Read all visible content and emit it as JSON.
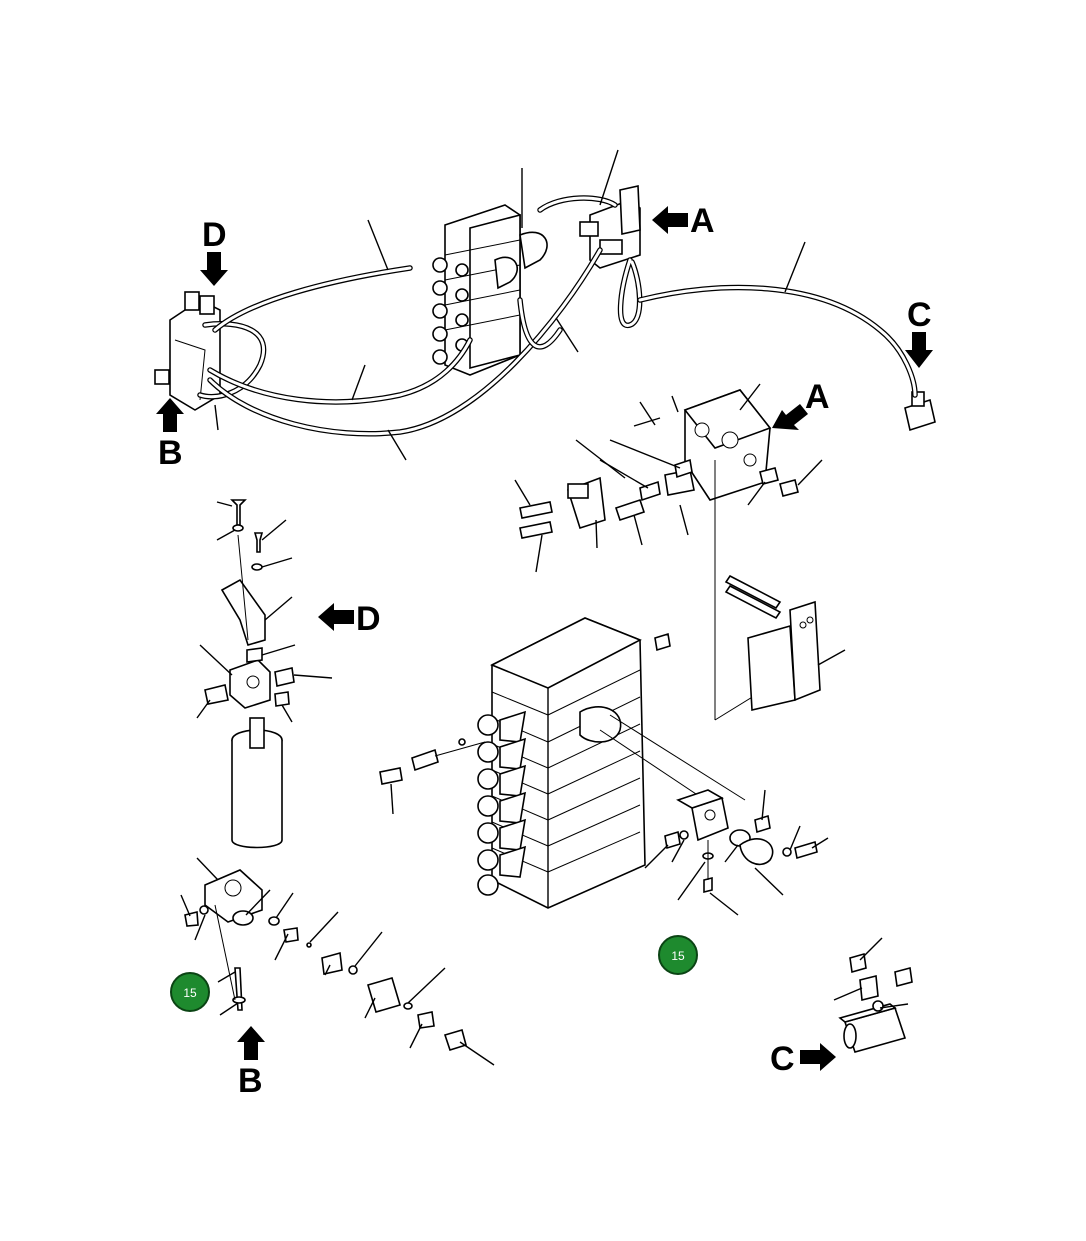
{
  "view_labels": {
    "a_top": "A",
    "a_detail": "A",
    "b_top": "B",
    "b_detail": "B",
    "c_top": "C",
    "c_detail": "C",
    "d_top": "D",
    "d_detail": "D"
  },
  "badges": {
    "left": "15",
    "right": "15"
  },
  "colors": {
    "badge_fill": "#1e8a2e",
    "line": "#000000",
    "background": "#ffffff"
  },
  "icons": {
    "callout_arrow": "solid-block-arrow",
    "reference_badge": "green-circle-badge"
  }
}
